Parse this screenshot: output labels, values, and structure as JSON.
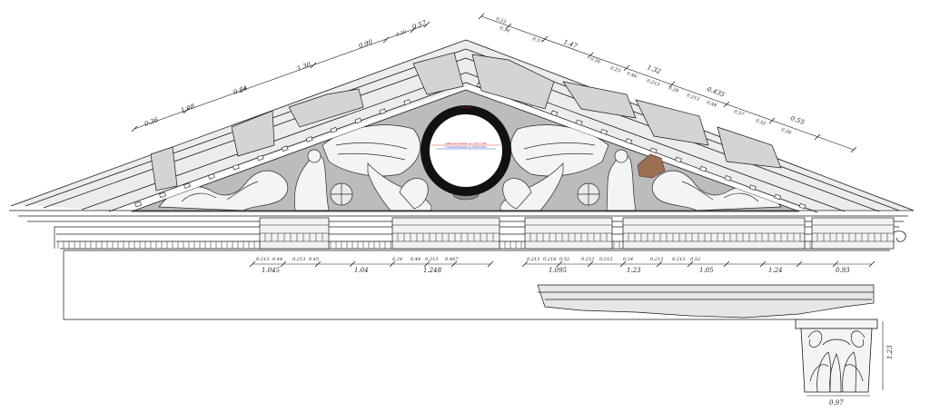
{
  "drawing": {
    "colors": {
      "line": "#1a1a1a",
      "tympanum": "#b9b9b9",
      "cornice_face": "#dcdcdc",
      "stone_patch": "#9c6e52",
      "medallion_ring": "#111111",
      "red_text": "#d01010",
      "blue_text": "#1030c0"
    },
    "medallion": {
      "top_label": "±0.000m",
      "line1": "Außendurchmesser ca. 1,16–1,18m",
      "line2": "Innendurchmesser ca. 0,90–0,92m"
    },
    "raking_left_dims": [
      "0.36",
      "1.08",
      "0.84",
      "1.30",
      "0.90",
      "0.30",
      "0.57"
    ],
    "raking_right_dims": [
      "0.23",
      "0.36",
      "0.57",
      "1.47",
      "0.50",
      "0.23",
      "0.46",
      "0.57",
      "0.213",
      "0.28",
      "0.213",
      "0.48",
      "0.55",
      "0.52",
      "0.435",
      "0.26",
      "1.32"
    ],
    "lower_row_small": [
      "0.213",
      "0.44",
      "0.213",
      "0.45",
      "0.24",
      "0.44",
      "0.213",
      "0.467",
      "0.213",
      "0.218",
      "0.52",
      "0.213",
      "0.213",
      "0.24",
      "0.213",
      "0.213",
      "0.52"
    ],
    "lower_row_main": [
      "1.045",
      "1.04",
      "1.248",
      "1.095",
      "1.23",
      "1.05",
      "1.24",
      "0.93"
    ],
    "capital_dims": {
      "height": "1.23",
      "width": "0.97"
    }
  }
}
